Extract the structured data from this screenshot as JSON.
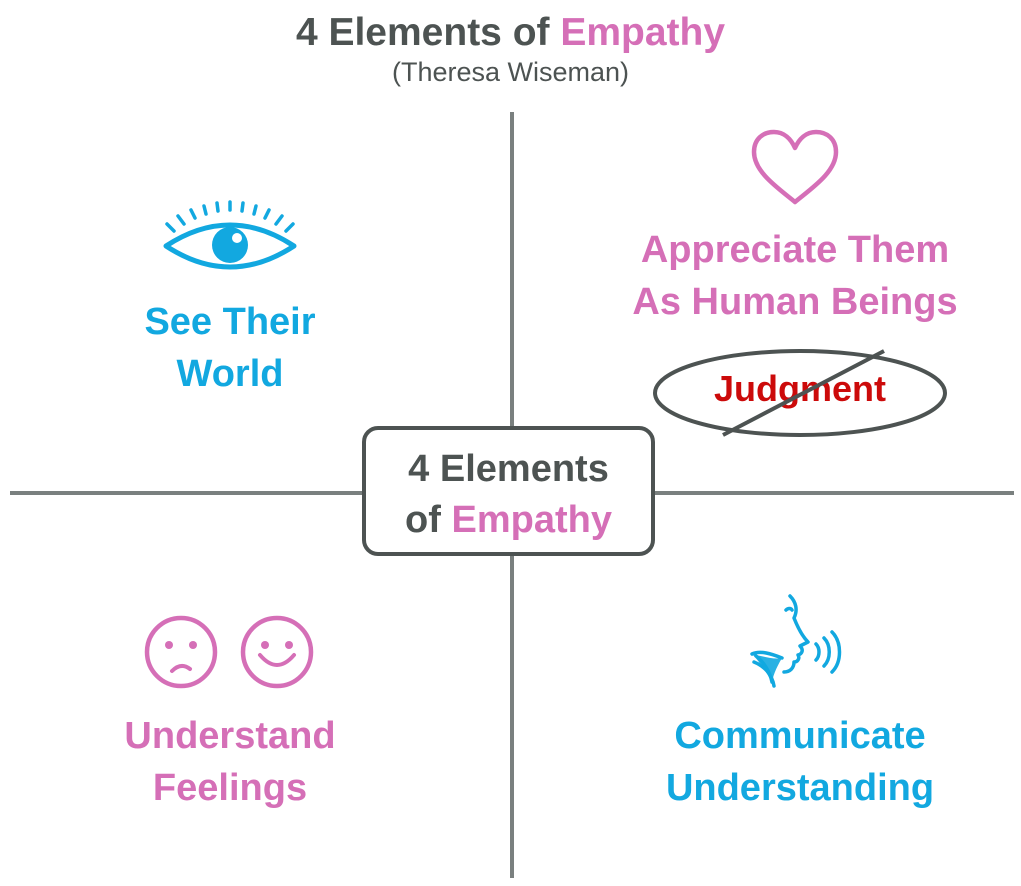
{
  "header": {
    "title_prefix": "4 Elements of",
    "title_accent": "Empathy",
    "subtitle": "(Theresa Wiseman)"
  },
  "center": {
    "line1": "4 Elements",
    "line2_prefix": "of",
    "line2_accent": "Empathy"
  },
  "quadrants": {
    "top_left": {
      "line1": "See Their",
      "line2": "World",
      "icon": "eye-icon"
    },
    "top_right": {
      "line1": "Appreciate Them",
      "line2": "As Human Beings",
      "icon": "heart-icon",
      "crossed_out": "Judgment"
    },
    "bottom_left": {
      "line1": "Understand",
      "line2": "Feelings",
      "icons": [
        "sad-face-icon",
        "happy-face-icon"
      ]
    },
    "bottom_right": {
      "line1": "Communicate",
      "line2": "Understanding",
      "icon": "speaking-icon"
    }
  },
  "colors": {
    "pink": "#d56fb7",
    "blue": "#12a8e0",
    "dark_gray": "#4d5352",
    "red": "#cc0a0a",
    "axis_gray": "#7a807f"
  }
}
